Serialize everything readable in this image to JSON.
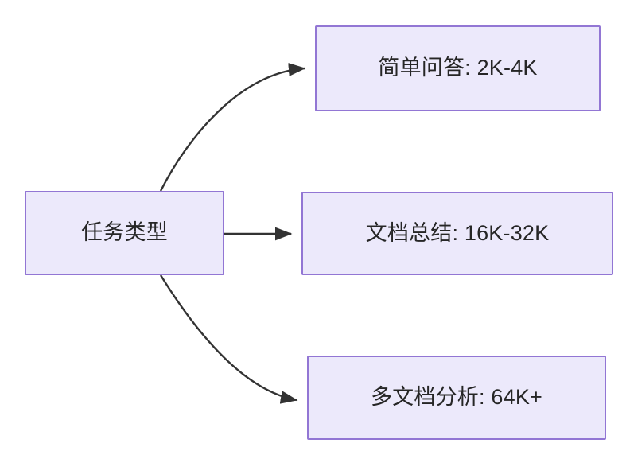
{
  "diagram": {
    "type": "flowchart",
    "direction": "left-to-right",
    "background_color": "#ffffff",
    "node_fill_color": "#ece9fb",
    "node_border_color": "#9276d4",
    "node_text_color": "#262626",
    "edge_color": "#333333",
    "nodes": [
      {
        "id": "root",
        "label": "任务类型"
      },
      {
        "id": "simple-qa",
        "label": "简单问答: 2K-4K"
      },
      {
        "id": "doc-sum",
        "label": "文档总结: 16K-32K"
      },
      {
        "id": "multi-doc",
        "label": "多文档分析: 64K+"
      }
    ],
    "edges": [
      {
        "id": "edge-root-simple-qa",
        "from": "root",
        "to": "simple-qa",
        "style": "curved",
        "arrow": "arrowhead-icon",
        "label": ""
      },
      {
        "id": "edge-root-doc-sum",
        "from": "root",
        "to": "doc-sum",
        "style": "straight",
        "arrow": "arrowhead-icon",
        "label": ""
      },
      {
        "id": "edge-root-multi-doc",
        "from": "root",
        "to": "multi-doc",
        "style": "curved",
        "arrow": "arrowhead-icon",
        "label": ""
      }
    ]
  }
}
